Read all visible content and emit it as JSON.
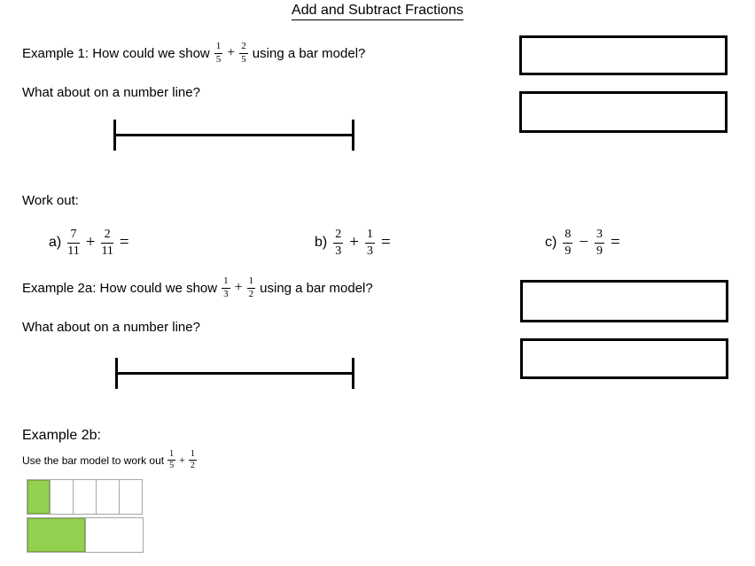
{
  "title": "Add and Subtract Fractions",
  "example1": {
    "prefix": "Example 1: How could we show",
    "fraction1": {
      "numerator": "1",
      "denominator": "5"
    },
    "operator": "+",
    "fraction2": {
      "numerator": "2",
      "denominator": "5"
    },
    "suffix": "using a bar model?"
  },
  "number_line_prompt1": "What about on a number line?",
  "work_out": {
    "heading": "Work out:",
    "problems": [
      {
        "label": "a)",
        "fraction1": {
          "numerator": "7",
          "denominator": "11"
        },
        "operator": "+",
        "fraction2": {
          "numerator": "2",
          "denominator": "11"
        },
        "equals_sign": "="
      },
      {
        "label": "b)",
        "fraction1": {
          "numerator": "2",
          "denominator": "3"
        },
        "operator": "+",
        "fraction2": {
          "numerator": "1",
          "denominator": "3"
        },
        "equals_sign": "="
      },
      {
        "label": "c)",
        "fraction1": {
          "numerator": "8",
          "denominator": "9"
        },
        "operator": "−",
        "fraction2": {
          "numerator": "3",
          "denominator": "9"
        },
        "equals_sign": "="
      }
    ]
  },
  "example2a": {
    "prefix": "Example 2a: How could we show",
    "fraction1": {
      "numerator": "1",
      "denominator": "3"
    },
    "operator": "+",
    "fraction2": {
      "numerator": "1",
      "denominator": "2"
    },
    "suffix": "using a bar model?"
  },
  "number_line_prompt2": "What about on a number line?",
  "example2b": {
    "heading": "Example 2b:",
    "instruction": "Use the bar model to work out",
    "fraction1": {
      "numerator": "1",
      "denominator": "5"
    },
    "operator": "+",
    "fraction2": {
      "numerator": "1",
      "denominator": "2"
    }
  },
  "bar_models": [
    {
      "cells": 5,
      "filled_cells": 1
    },
    {
      "cells": 2,
      "filled_cells": 1
    }
  ],
  "colors": {
    "filled_cell_green": "#92D050",
    "bar_cell_border": "#A6A6A6",
    "answer_box_border": "#000000"
  }
}
